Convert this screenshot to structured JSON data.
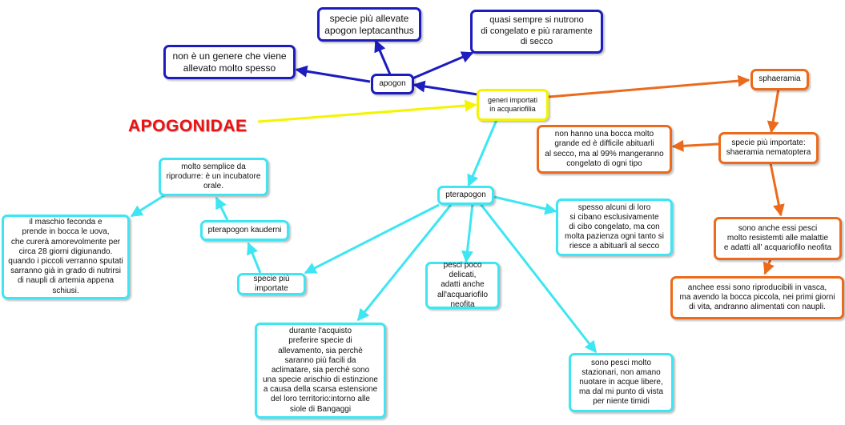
{
  "title": "APOGONIDAE",
  "colors": {
    "blue": "#1c1cbf",
    "cyan": "#3de6f2",
    "orange": "#ec6a1c",
    "yellow": "#f4f400",
    "title": "#ee1111"
  },
  "nodes": {
    "generi": "generi importati\nin acquariofilia",
    "apogon": "apogon",
    "specie_allevate": "specie più allevate\napogon leptacanthus",
    "quasi_sempre": "quasi sempre si nutrono\ndi congelato e più raramente\ndi secco",
    "non_genere": "non  è un genere che viene\nallevato molto spesso",
    "sphaeramia": "sphaeramia",
    "specie_importate_sph": "specie più importate:\nshaeramia nematoptera",
    "bocca_grande": "non hanno una bocca molto\ngrande ed è difficile abituarli\nal secco, ma al 99% mangeranno\ncongelato di ogni tipo",
    "resistenti": "sono  anche essi pesci\nmolto resistemti alle malattie\ne adatti all' acquariofilo neofita",
    "riproducibili": "anchee essi sono riproducibili in vasca,\nma avendo la bocca piccola, nei primi giorni\ndi vita, andranno alimentati con naupli.",
    "pterapogon": "pterapogon",
    "spesso_alcuni": "spesso alcuni di loro\nsi cibano esclusivamente\ndi cibo congelato, ma con\nmolta pazienza ogni tanto si\nriesce a abituarli al secco",
    "pesci_poco": "pesci poco delicati,\nadatti anche\nall'acquariofilo\nneofita",
    "durante": "durante l'acquisto\npreferire specie di\nallevamento, sia perchè\nsaranno più facili da\naclimatare, sia perchè sono\nuna specie arischio di estinzione\na causa della scarsa estensione\ndel loro territorio:intorno alle\nsiole di Bangaggi",
    "stazionari": "sono pesci molto\nstazionari, non amano\nnuotare in acque libere,\nma dal mi punto di vista\nper niente timidi",
    "specie_importate_pt": "specie più importate",
    "kauderni": "pterapogon kauderni",
    "molto_semplice": "molto semplice da\nriprodurre: è un incubatore\norale.",
    "maschio": "il maschio feconda e\nprende in bocca le uova,\nche curerà amorevolmente per\ncirca 28 giorni digiunando.\nquando i piccoli verranno sputati\nsarranno già in grado di nutrirsi\ndi naupli di artemia appena\nschiusi."
  }
}
